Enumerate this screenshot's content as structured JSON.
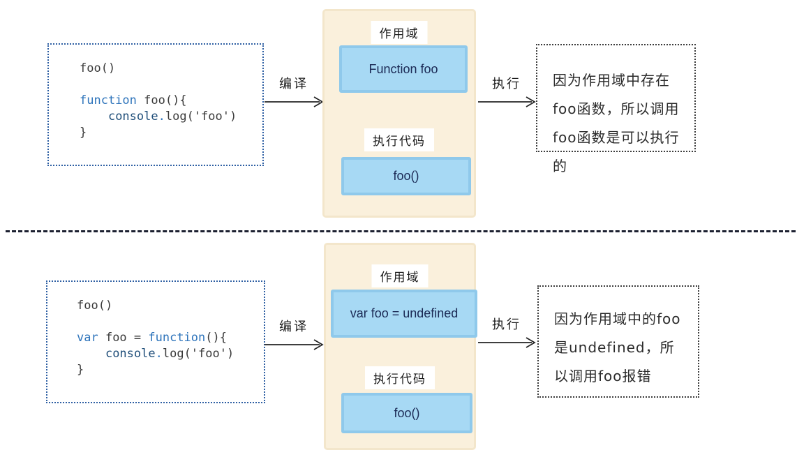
{
  "palette": {
    "panel_bg": "#faf0dc",
    "panel_edge": "#f3e6cb",
    "box_blue_bg": "#a7d9f4",
    "box_blue_border": "#8fc9eb",
    "navy_text": "#1b2a55",
    "keyword_blue": "#2e74bb",
    "console_navy": "#1f4e79",
    "code_text": "#3a3a3a",
    "code_border": "#2e5fa3",
    "note_border": "#3c3c3c",
    "divider_color": "#1c2030",
    "label_color": "#1c1c1c",
    "arrow_color": "#222222"
  },
  "top": {
    "code": {
      "call": "foo()",
      "kw": "function",
      "decl_rest": " foo(){",
      "body_indent": "    ",
      "body_obj": "console",
      "body_dot": ".",
      "body_rest": "log('foo')",
      "close": "}"
    },
    "compile_label": "编译",
    "exec_label": "执行",
    "panel": {
      "scope_tag": "作用域",
      "scope_value": "Function foo",
      "exec_tag": "执行代码",
      "exec_value": "foo()"
    },
    "note": "因为作用域中存在foo函数，所以调用foo函数是可以执行的"
  },
  "bottom": {
    "code": {
      "call": "foo()",
      "kw1": "var",
      "mid": " foo = ",
      "kw2": "function",
      "decl_rest": "(){",
      "body_indent": "    ",
      "body_obj": "console",
      "body_dot": ".",
      "body_rest": "log('foo')",
      "close": "}"
    },
    "compile_label": "编译",
    "exec_label": "执行",
    "panel": {
      "scope_tag": "作用域",
      "scope_value": "var foo = undefined",
      "exec_tag": "执行代码",
      "exec_value": "foo()"
    },
    "note": "因为作用域中的foo是undefined，所以调用foo报错"
  }
}
